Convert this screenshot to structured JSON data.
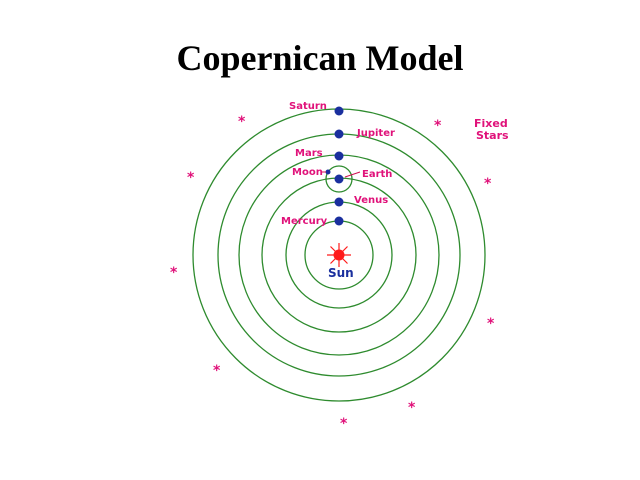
{
  "title": "Copernican Model",
  "colors": {
    "orbit": "#2e8b2e",
    "planet": "#1a2f9e",
    "label": "#e0127a",
    "sun": "#ff1a1a",
    "star": "#e0127a",
    "moon_line": "#d01050"
  },
  "labels": {
    "saturn": "Saturn",
    "jupiter": "Jupiter",
    "mars": "Mars",
    "moon": "Moon",
    "earth": "Earth",
    "venus": "Venus",
    "mercury": "Mercury",
    "sun": "Sun",
    "fixed_stars_line1": "Fixed",
    "fixed_stars_line2": "Stars"
  },
  "star_glyph": "*"
}
